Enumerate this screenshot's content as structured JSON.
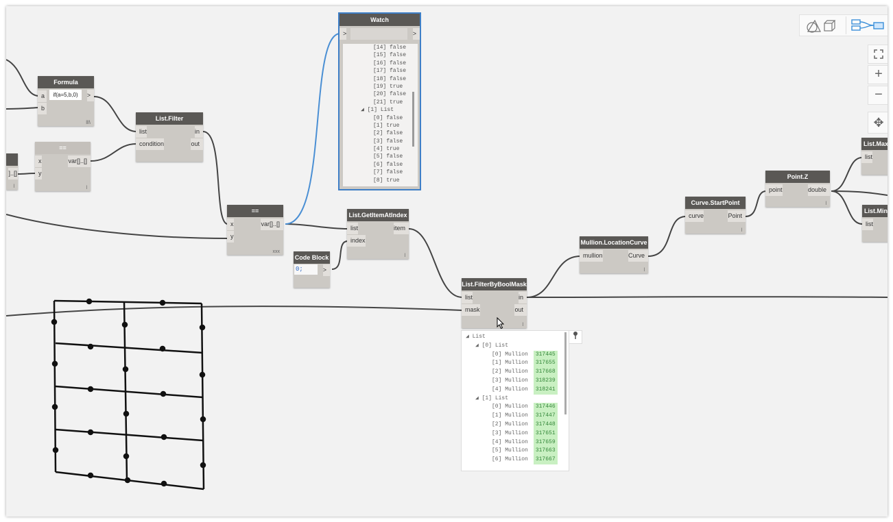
{
  "nodes": {
    "formula": {
      "title": "Formula",
      "expr": "if(a=5,b,0)",
      "in1": "a",
      "in2": "b",
      "out": ">",
      "foot": "lll\\"
    },
    "eq1": {
      "title": "==",
      "in1": "x",
      "in2": "y",
      "out": "var[]..[]",
      "foot": "l"
    },
    "list_filter": {
      "title": "List.Filter",
      "in1": "list",
      "in2": "condition",
      "out1": "in",
      "out2": "out"
    },
    "left_partial": {
      "out": "]..[]",
      "foot": "l"
    },
    "watch": {
      "title": "Watch",
      "in": ">",
      "out": ">"
    },
    "eq2": {
      "title": "==",
      "in1": "x",
      "in2": "y",
      "out": "var[]..[]",
      "foot": "xxx"
    },
    "get_item": {
      "title": "List.GetItemAtIndex",
      "in1": "list",
      "in2": "index",
      "out": "item",
      "foot": "l"
    },
    "code_block": {
      "title": "Code Block",
      "code": "0;",
      "out": ">"
    },
    "filter_mask": {
      "title": "List.FilterByBoolMask",
      "in1": "list",
      "in2": "mask",
      "out1": "in",
      "out2": "out",
      "foot": "l"
    },
    "location_curve": {
      "title": "Mullion.LocationCurve",
      "in": "mullion",
      "out": "Curve",
      "foot": "l"
    },
    "start_point": {
      "title": "Curve.StartPoint",
      "in": "curve",
      "out": "Point",
      "foot": "l"
    },
    "point_z": {
      "title": "Point.Z",
      "in": "point",
      "out": "double",
      "foot": "l"
    },
    "list_max": {
      "title": "List.Max",
      "in": "list"
    },
    "list_min": {
      "title": "List.Min",
      "in": "list"
    }
  },
  "watch_lines": [
    "[14] false",
    "[15] false",
    "[16] false",
    "[17] false",
    "[18] false",
    "[19] true",
    "[20] false",
    "[21] true",
    "◢ [1] List",
    "[0] false",
    "[1] true",
    "[2] false",
    "[3] false",
    "[4] true",
    "[5] false",
    "[6] false",
    "[7] false",
    "[8] true"
  ],
  "preview": {
    "root": "◢ List",
    "group0": "◢ [0] List",
    "group0_items": [
      {
        "idx": "[0] Mullion",
        "id": "317445"
      },
      {
        "idx": "[1] Mullion",
        "id": "317655"
      },
      {
        "idx": "[2] Mullion",
        "id": "317668"
      },
      {
        "idx": "[3] Mullion",
        "id": "318239"
      },
      {
        "idx": "[4] Mullion",
        "id": "318241"
      }
    ],
    "group1": "◢ [1] List",
    "group1_items": [
      {
        "idx": "[0] Mullion",
        "id": "317446"
      },
      {
        "idx": "[1] Mullion",
        "id": "317447"
      },
      {
        "idx": "[2] Mullion",
        "id": "317448"
      },
      {
        "idx": "[3] Mullion",
        "id": "317651"
      },
      {
        "idx": "[4] Mullion",
        "id": "317659"
      },
      {
        "idx": "[5] Mullion",
        "id": "317663"
      },
      {
        "idx": "[6] Mullion",
        "id": "317667"
      }
    ]
  },
  "toolbar": {
    "zoom_in": "+",
    "zoom_out": "−",
    "fit": "⛶",
    "pan": "✥"
  },
  "colors": {
    "wire": "#444444",
    "selected_wire": "#4a8fd4",
    "badge": "#c9f0c2",
    "selected": "#3e7fc7"
  }
}
